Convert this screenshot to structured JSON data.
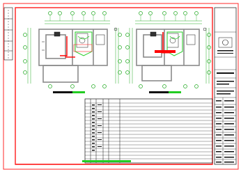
{
  "drawing": {
    "title": "",
    "colors": {
      "border": "#ff2a2a",
      "ink": "#111111",
      "wall": "#8a8a8a",
      "dim": "#22aa22",
      "accent_red": "#ff0000",
      "accent_green": "#22cc22"
    },
    "plans": [
      {
        "name": "plan-left"
      },
      {
        "name": "plan-right"
      }
    ],
    "title_block": {
      "rows": 18,
      "label": ""
    }
  }
}
